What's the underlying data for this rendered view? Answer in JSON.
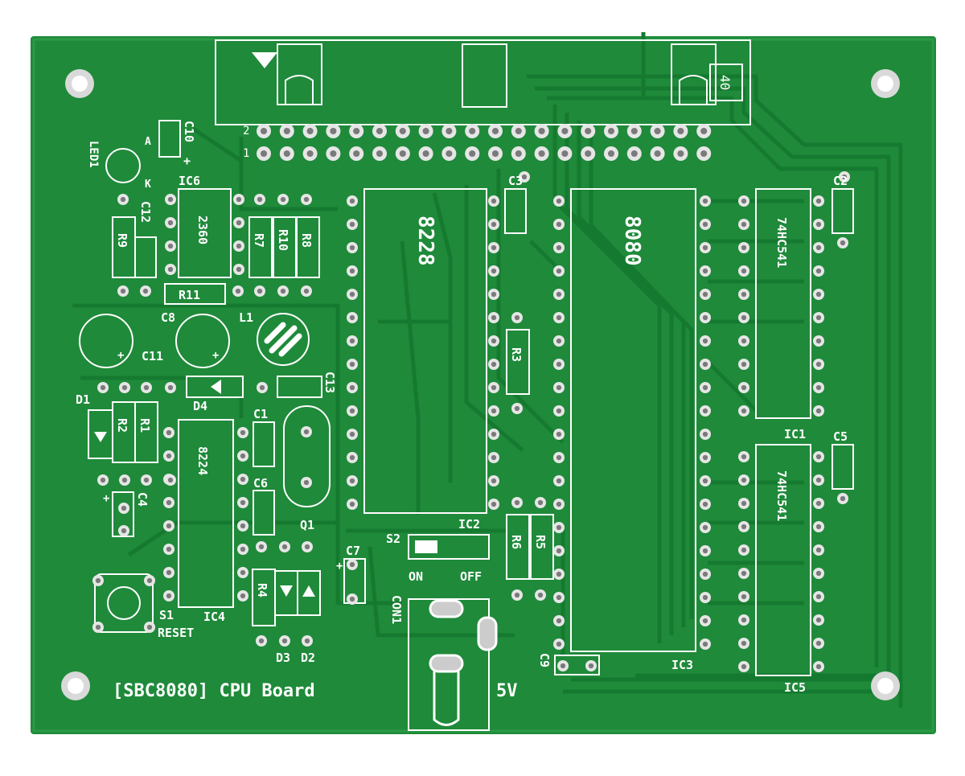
{
  "board": {
    "title": "[SBC8080] CPU Board",
    "power_label": "5V",
    "colors": {
      "solder_mask": "#1f8a3a",
      "trace": "#137a2e",
      "silkscreen": "#ffffff",
      "pad": "#e6e6e6",
      "background": "#ffffff"
    }
  },
  "header": {
    "row2": "2",
    "row1": "1",
    "pin40": "40"
  },
  "chips": {
    "ic6": {
      "ref": "IC6",
      "part": "2360"
    },
    "ic_8228": {
      "part": "8228"
    },
    "ic_8080": {
      "part": "8080"
    },
    "ic1": {
      "ref": "IC1",
      "part": "74HC541"
    },
    "ic5": {
      "ref": "IC5",
      "part": "74HC541"
    },
    "ic4": {
      "ref": "IC4",
      "part": "8224"
    },
    "ic2": {
      "ref": "IC2"
    },
    "ic3": {
      "ref": "IC3"
    }
  },
  "parts": {
    "c10": "C10",
    "c12": "C12",
    "c8": "C8",
    "c11": "C11",
    "c13": "C13",
    "c1": "C1",
    "c6": "C6",
    "c4": "C4",
    "c7": "C7",
    "c3": "C3",
    "c2": "C2",
    "c5": "C5",
    "c9": "C9",
    "r9": "R9",
    "r7": "R7",
    "r10": "R10",
    "r8": "R8",
    "r11": "R11",
    "r2": "R2",
    "r1": "R1",
    "r3": "R3",
    "r4": "R4",
    "r6": "R6",
    "r5": "R5",
    "led1": "LED1",
    "l1": "L1",
    "d1": "D1",
    "d4": "D4",
    "d3": "D3",
    "d2": "D2",
    "q1": "Q1",
    "s1": "S1",
    "reset": "RESET",
    "s2": "S2",
    "on": "ON",
    "off": "OFF",
    "con1": "CON1",
    "a": "A",
    "k": "K",
    "plus": "+"
  }
}
